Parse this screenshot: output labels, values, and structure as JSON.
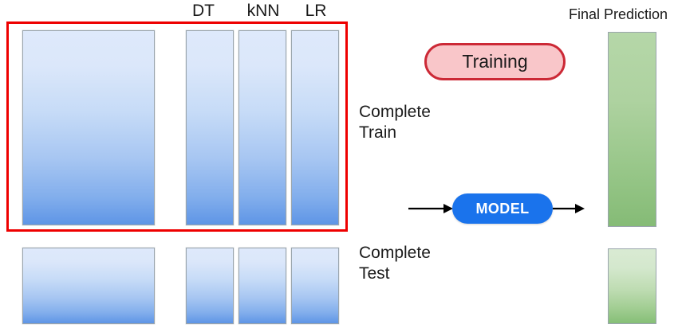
{
  "diagram": {
    "title": "Stacking ensemble training and prediction diagram",
    "column_labels": [
      {
        "id": "dt",
        "text": "DT"
      },
      {
        "id": "knn",
        "text": "kNN"
      },
      {
        "id": "lr",
        "text": "LR"
      }
    ],
    "row_labels": [
      {
        "id": "complete-train",
        "text": "Complete\nTrain"
      },
      {
        "id": "complete-test",
        "text": "Complete\nTest"
      }
    ],
    "final_prediction_label": "Final Prediction",
    "training_badge": "Training",
    "model_badge": "MODEL",
    "colors": {
      "highlight_frame": "#ee0000",
      "blue_block_top": "#dee9fb",
      "blue_block_bottom": "#5e95e6",
      "green_block_top": "#d9ead3",
      "green_block_bottom": "#86bf77",
      "training_fill": "#f9c6c9",
      "training_stroke": "#cc2936",
      "model_fill": "#1a73ec",
      "model_text": "#ffffff",
      "block_border": "#9aa5ad",
      "text": "#1a1a1a",
      "arrow": "#000000"
    },
    "blocks": {
      "train_full": {
        "name": "complete-train-block"
      },
      "train_dt": {
        "name": "train-dt-block"
      },
      "train_knn": {
        "name": "train-knn-block"
      },
      "train_lr": {
        "name": "train-lr-block"
      },
      "test_full": {
        "name": "complete-test-block"
      },
      "test_dt": {
        "name": "test-dt-block"
      },
      "test_knn": {
        "name": "test-knn-block"
      },
      "test_lr": {
        "name": "test-lr-block"
      },
      "pred_train": {
        "name": "final-prediction-train-block"
      },
      "pred_test": {
        "name": "final-prediction-test-block"
      }
    }
  }
}
